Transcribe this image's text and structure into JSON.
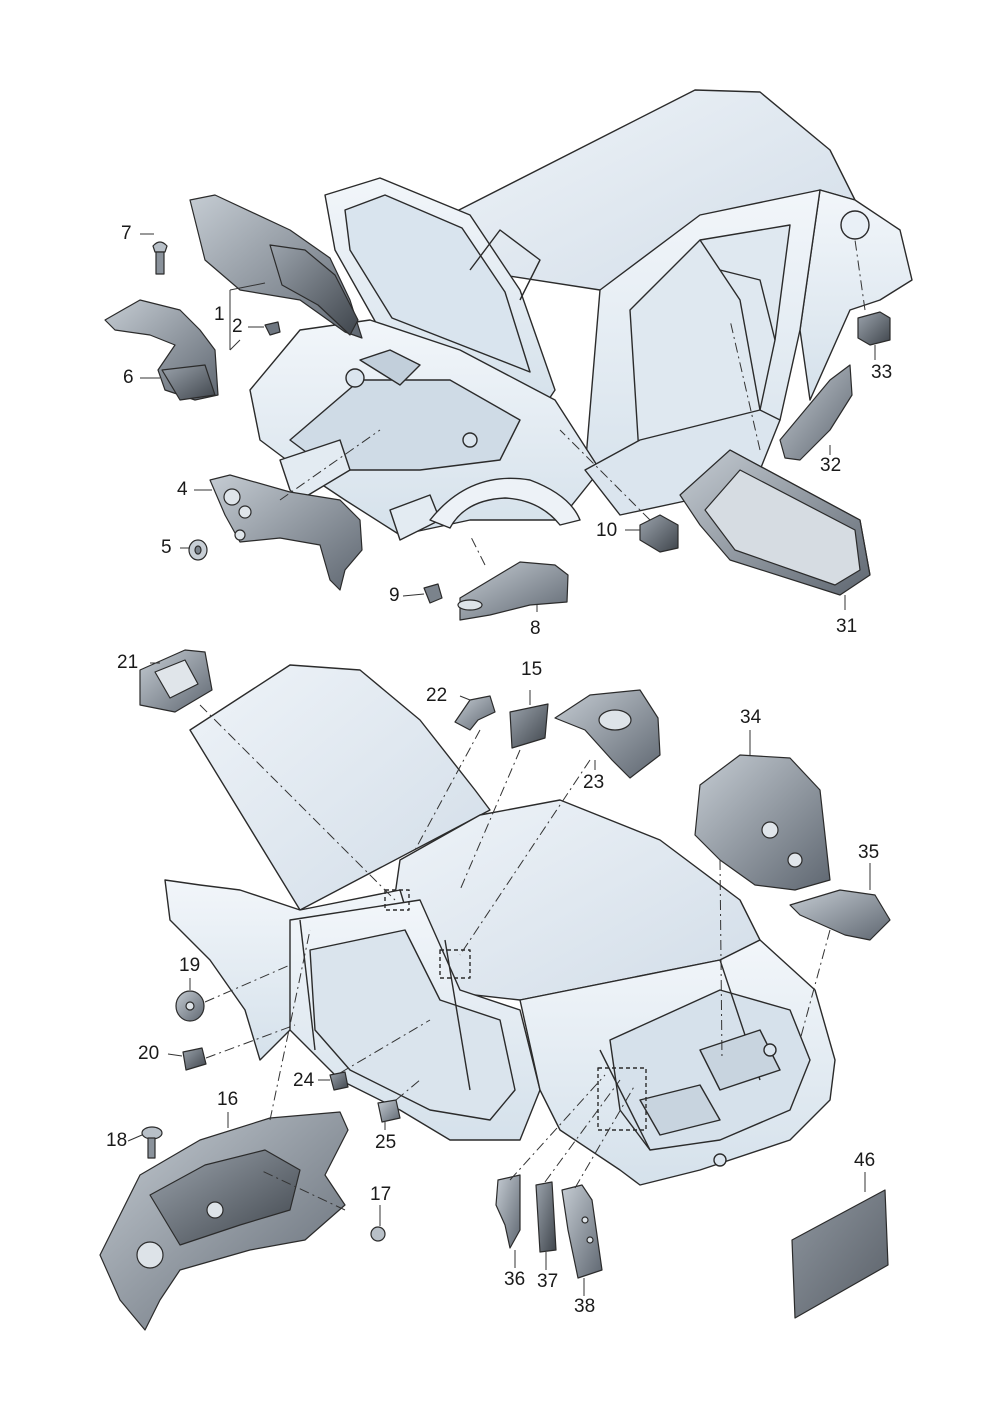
{
  "diagram": {
    "callouts": [
      {
        "id": "c1",
        "text": "1"
      },
      {
        "id": "c2",
        "text": "2"
      },
      {
        "id": "c4",
        "text": "4"
      },
      {
        "id": "c5",
        "text": "5"
      },
      {
        "id": "c6",
        "text": "6"
      },
      {
        "id": "c7",
        "text": "7"
      },
      {
        "id": "c8",
        "text": "8"
      },
      {
        "id": "c9",
        "text": "9"
      },
      {
        "id": "c10",
        "text": "10"
      },
      {
        "id": "c31",
        "text": "31"
      },
      {
        "id": "c32",
        "text": "32"
      },
      {
        "id": "c33",
        "text": "33"
      },
      {
        "id": "c15",
        "text": "15"
      },
      {
        "id": "c16",
        "text": "16"
      },
      {
        "id": "c17",
        "text": "17"
      },
      {
        "id": "c18",
        "text": "18"
      },
      {
        "id": "c19",
        "text": "19"
      },
      {
        "id": "c20",
        "text": "20"
      },
      {
        "id": "c21",
        "text": "21"
      },
      {
        "id": "c22",
        "text": "22"
      },
      {
        "id": "c23",
        "text": "23"
      },
      {
        "id": "c24",
        "text": "24"
      },
      {
        "id": "c25",
        "text": "25"
      },
      {
        "id": "c34",
        "text": "34"
      },
      {
        "id": "c35",
        "text": "35"
      },
      {
        "id": "c36",
        "text": "36"
      },
      {
        "id": "c37",
        "text": "37"
      },
      {
        "id": "c38",
        "text": "38"
      },
      {
        "id": "c46",
        "text": "46"
      }
    ],
    "colors": {
      "body_fill": "#e6eef5",
      "body_stroke": "#2b2b2b",
      "part_dark": "#6e7680",
      "part_mid": "#9aa3ad",
      "part_light": "#c9d1d9",
      "leader": "#333333"
    }
  }
}
